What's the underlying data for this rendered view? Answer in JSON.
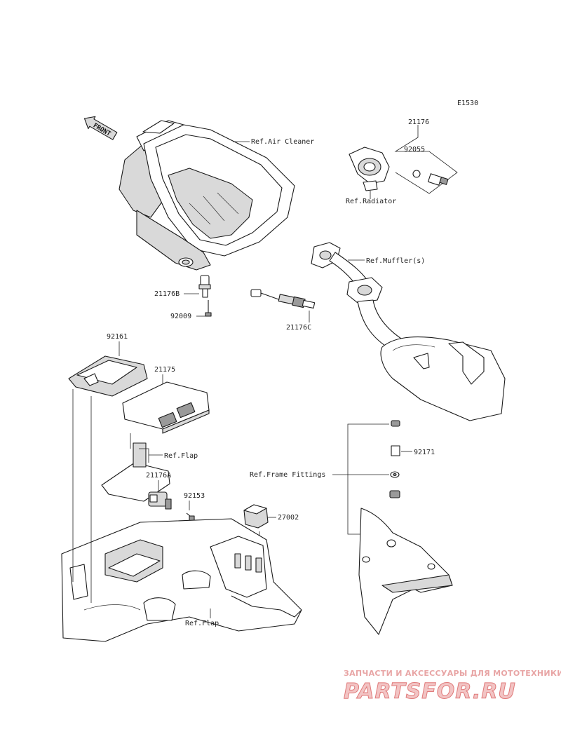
{
  "diagram": {
    "code": "E1530",
    "front_label": "FRONT",
    "callouts": {
      "ref_air_cleaner": "Ref.Air Cleaner",
      "ref_radiator": "Ref.Radiator",
      "ref_mufflers": "Ref.Muffler(s)",
      "ref_flap_upper": "Ref.Flap",
      "ref_flap_lower": "Ref.Flap",
      "ref_frame_fittings": "Ref.Frame Fittings"
    },
    "parts": {
      "p21176": "21176",
      "p92055": "92055",
      "p21176b": "21176B",
      "p92009": "92009",
      "p21176c": "21176C",
      "p92161": "92161",
      "p21175": "21175",
      "p21176a": "21176A",
      "p92153": "92153",
      "p27002": "27002",
      "p92171": "92171"
    }
  },
  "watermark": {
    "tagline": "ЗАПЧАСТИ И АКСЕССУАРЫ ДЛЯ МОТОТЕХНИКИ",
    "brand": "PARTSFOR.RU"
  }
}
